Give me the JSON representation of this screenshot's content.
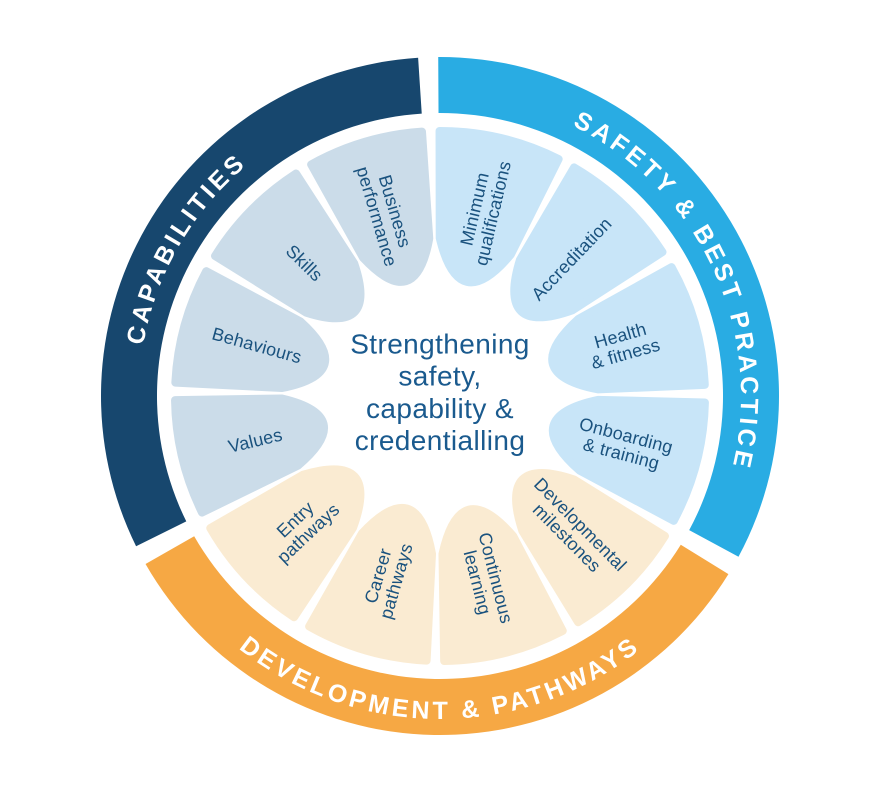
{
  "diagram_title": "Strengthening safety, capability & credentialling",
  "center": {
    "lines": [
      "Strengthening",
      "safety,",
      "capability &",
      "credentialling"
    ]
  },
  "groups": [
    {
      "id": "capabilities",
      "label": "CAPABILITIES",
      "arc_color": "#17476E",
      "petal_color": "#CBDCE9",
      "items": [
        [
          "Business",
          "performance"
        ],
        [
          "Skills"
        ],
        [
          "Behaviours"
        ],
        [
          "Values"
        ]
      ]
    },
    {
      "id": "safety",
      "label": "SAFETY & BEST PRACTICE",
      "arc_color": "#29ACE3",
      "petal_color": "#C8E5F8",
      "items": [
        [
          "Minimum",
          "qualifications"
        ],
        [
          "Accreditation"
        ],
        [
          "Health",
          "& fitness"
        ],
        [
          "Onboarding",
          "& training"
        ]
      ]
    },
    {
      "id": "development",
      "label": "DEVELOPMENT & PATHWAYS",
      "arc_color": "#F6A844",
      "petal_color": "#FAEBD2",
      "items": [
        [
          "Developmental",
          "milestones"
        ],
        [
          "Continuous",
          "learning"
        ],
        [
          "Career",
          "pathways"
        ],
        [
          "Entry",
          "pathways"
        ]
      ]
    }
  ],
  "colors": {
    "background": "#FFFFFF",
    "ring_label_text": "#FFFFFF",
    "petal_label_text": "#1A527E",
    "center_text": "#1A5A8E"
  }
}
